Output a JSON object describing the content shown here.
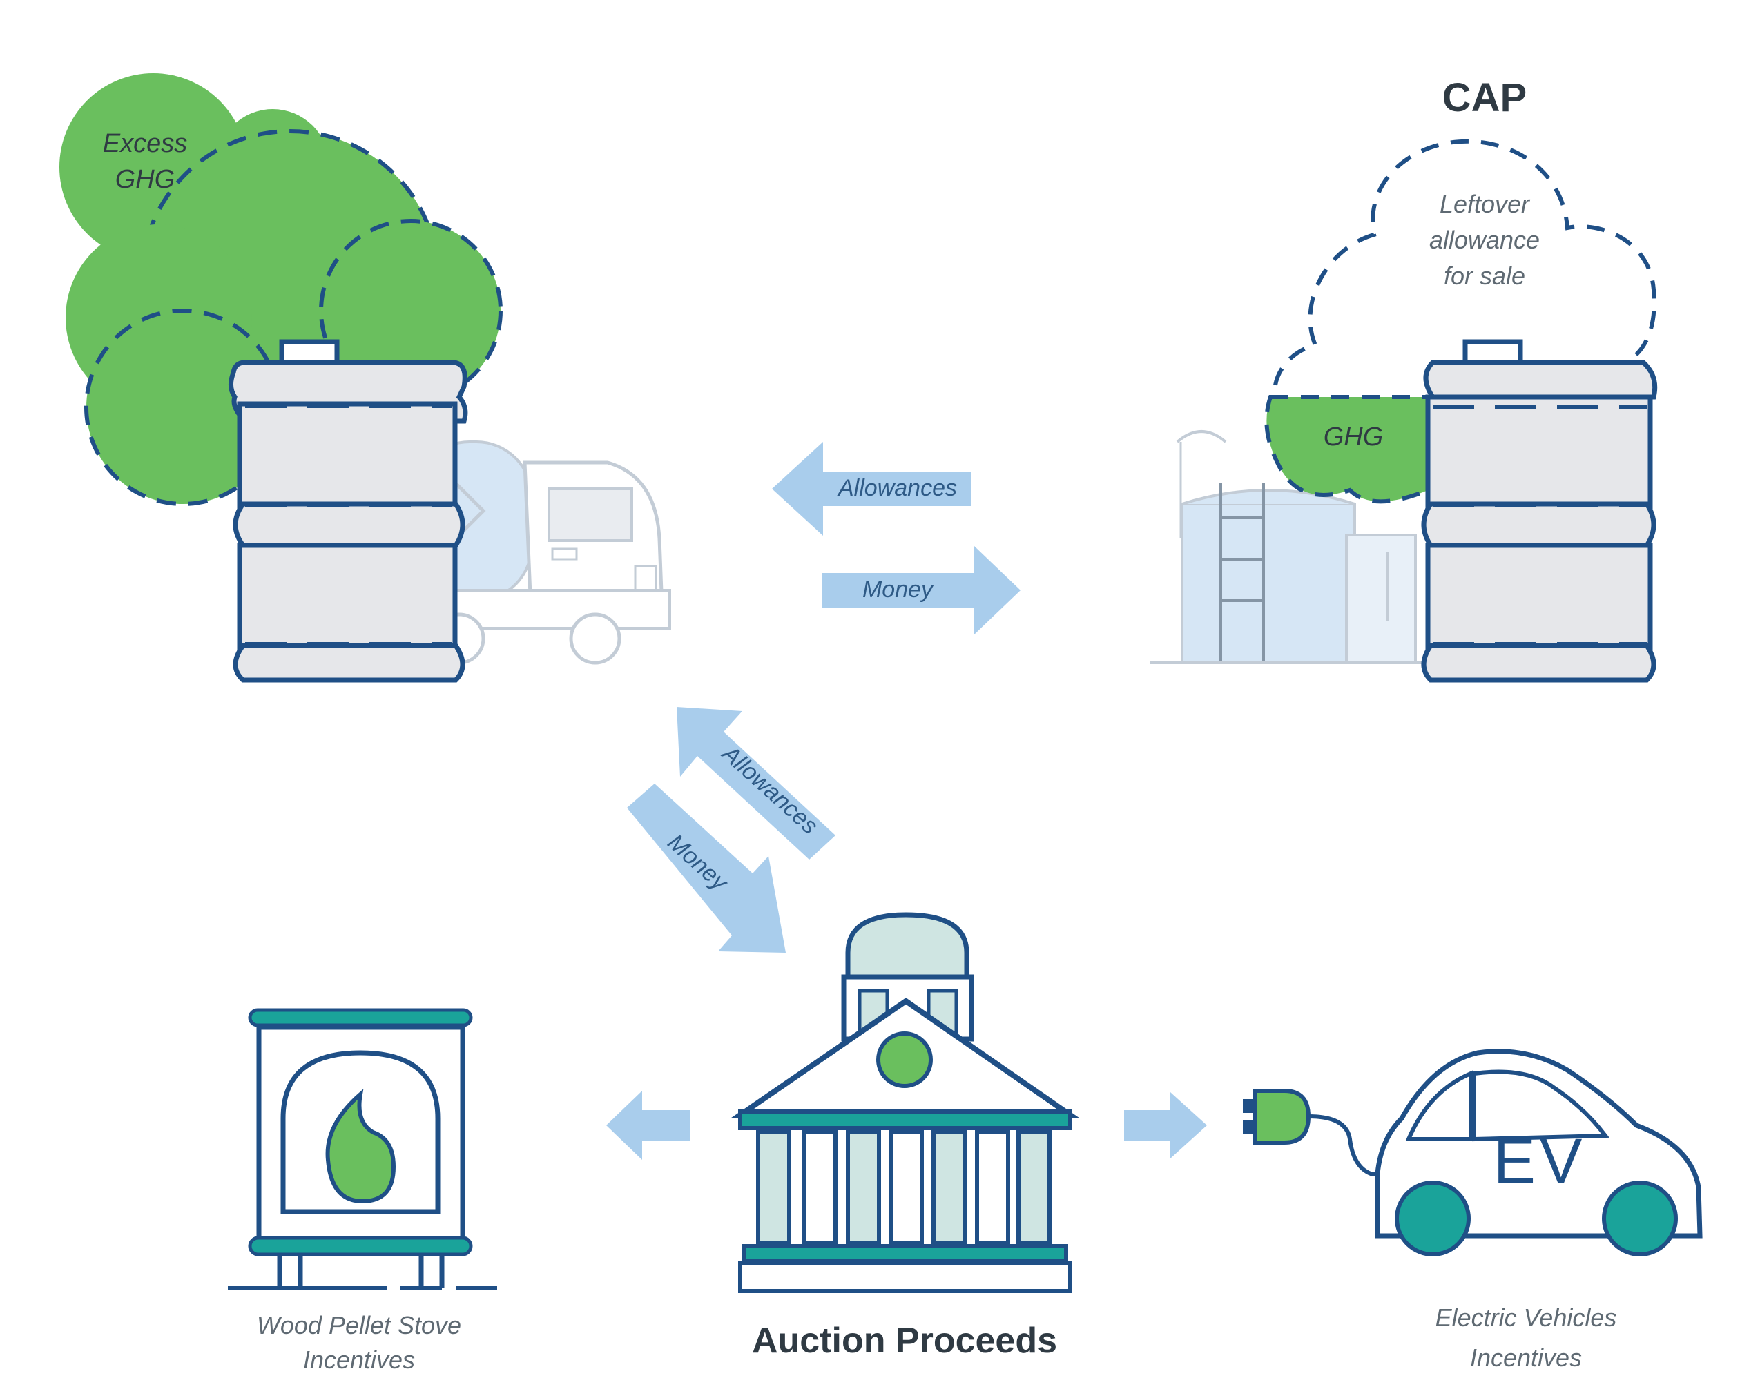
{
  "labels": {
    "excess_ghg_line1": "Excess",
    "excess_ghg_line2": "GHG",
    "cap": "CAP",
    "leftover_line1": "Leftover",
    "leftover_line2": "allowance",
    "leftover_line3": "for sale",
    "ghg": "GHG",
    "auction_proceeds": "Auction Proceeds",
    "wood_line1": "Wood Pellet Stove",
    "wood_line2": "Incentives",
    "ev_line1": "Electric Vehicles",
    "ev_line2": "Incentives",
    "ev_badge": "EV"
  },
  "arrows": {
    "top_left": "Allowances",
    "top_right": "Money",
    "diag_up": "Allowances",
    "diag_down": "Money"
  },
  "colors": {
    "navy": "#1f4f86",
    "green": "#6abf5e",
    "teal": "#1aa39a",
    "arrow_blue": "#a9cdec",
    "barrel_fill": "#e6e7ea"
  }
}
